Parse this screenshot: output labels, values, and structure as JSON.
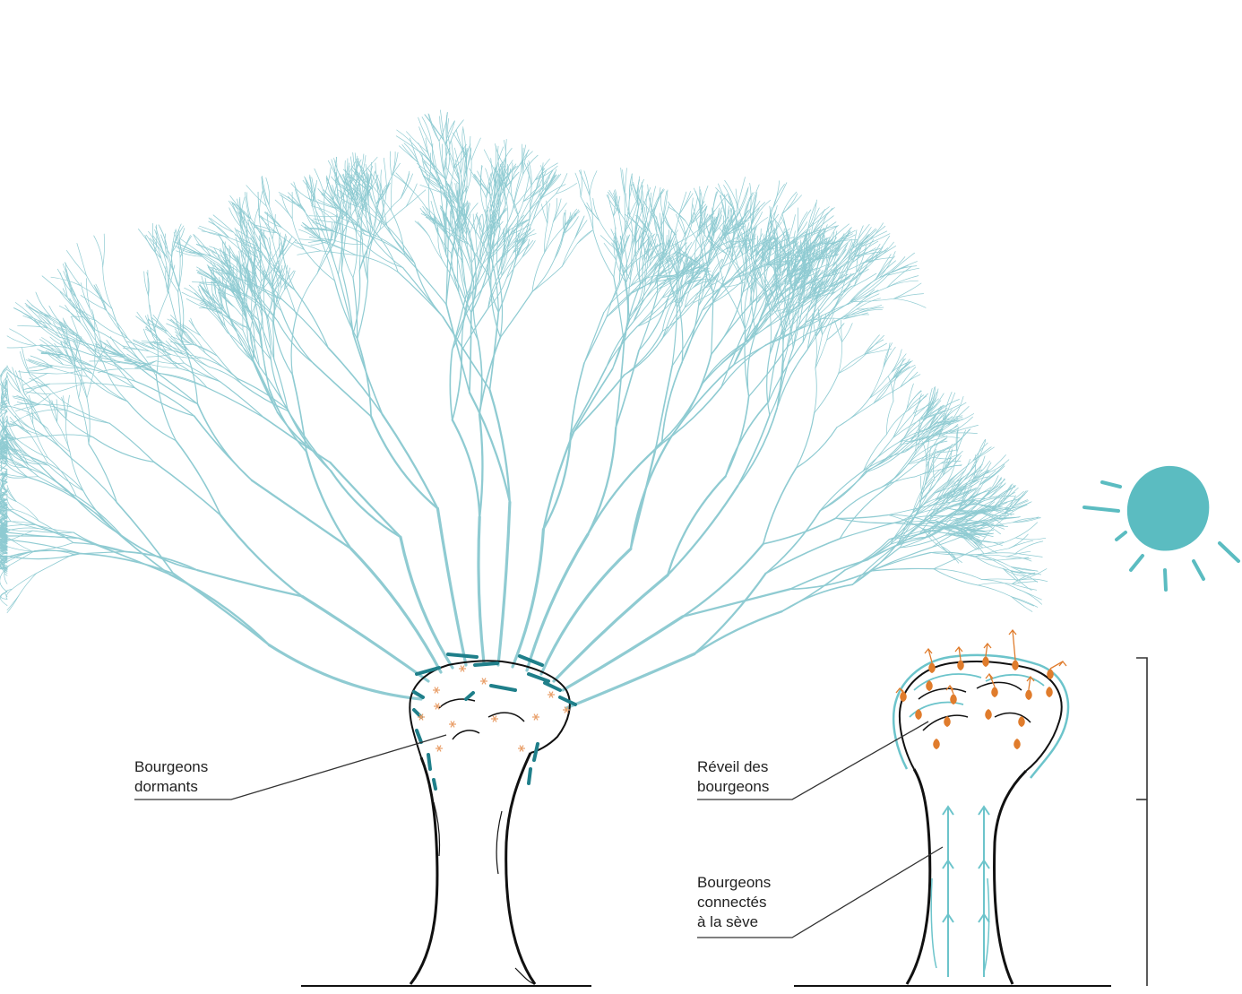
{
  "labels": {
    "dormant_buds": {
      "line1": "Bourgeons",
      "line2": "dormants"
    },
    "bud_awakening": {
      "line1": "Réveil des",
      "line2": "bourgeons"
    },
    "sap_connected_buds": {
      "line1": "Bourgeons",
      "line2": "connectés",
      "line3": "à la sève"
    }
  },
  "colors": {
    "branches": "#8fcbd2",
    "branch_cuts": "#1f7f8a",
    "sun": "#5bbcc1",
    "sap_arrows": "#6cc4cb",
    "dormant_bud": "#e9a06a",
    "growing_bud": "#e07c2c",
    "bark": "#111111",
    "leader_line": "#333333"
  },
  "icons": {
    "sun": "sun-icon"
  }
}
